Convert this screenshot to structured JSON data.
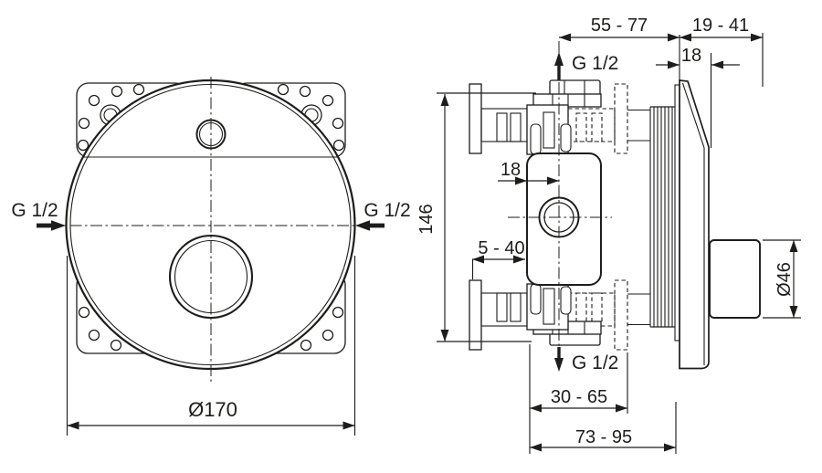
{
  "drawing_type": "technical-installation-drawing",
  "front_view": {
    "inlet_left_label": "G 1/2",
    "inlet_right_label": "G 1/2",
    "dim_faceplate_diameter": "Ø170"
  },
  "side_view": {
    "outlet_top_label": "G 1/2",
    "outlet_bottom_label": "G 1/2",
    "dim_centerline_to_wall": "55 - 77",
    "dim_wall_to_handle": "19 - 41",
    "dim_trim_depth": "18",
    "dim_body_to_centerline": "18",
    "dim_height": "146",
    "dim_plaster_range": "5 - 40",
    "dim_handle_diameter": "Ø46",
    "dim_body_in_wall": "30 - 65",
    "dim_total_depth": "73 - 95"
  },
  "colors": {
    "line": "#1d1d1b",
    "plate_gray": "#8c8c8c",
    "band_gray": "#a8a8a8",
    "bar_dark": "#3e3e3e",
    "background": "#ffffff"
  }
}
